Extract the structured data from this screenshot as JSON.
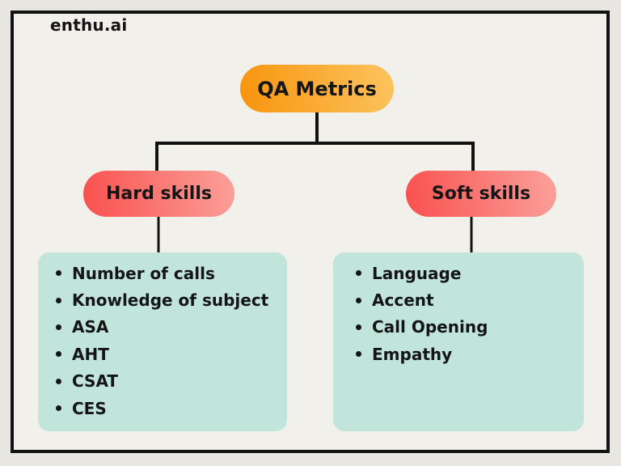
{
  "logo": {
    "text": "enthu.ai"
  },
  "diagram": {
    "root": {
      "label": "QA Metrics"
    },
    "branches": [
      {
        "label": "Hard skills",
        "items": [
          "Number of calls",
          "Knowledge of subject",
          "ASA",
          "AHT",
          "CSAT",
          "CES"
        ]
      },
      {
        "label": "Soft skills",
        "items": [
          "Language",
          "Accent",
          "Call Opening",
          "Empathy"
        ]
      }
    ]
  },
  "colors": {
    "page-bg": "#E9E7E2",
    "canvas-bg": "#F2F0EB",
    "frame-border": "#121212",
    "root-grad-start": "#F8940C",
    "root-grad-end": "#FCC45F",
    "branch-grad-start": "#F9504E",
    "branch-grad-end": "#FBA19B",
    "box-bg": "#C1E5DB",
    "line": "#121212",
    "text": "#151515"
  }
}
